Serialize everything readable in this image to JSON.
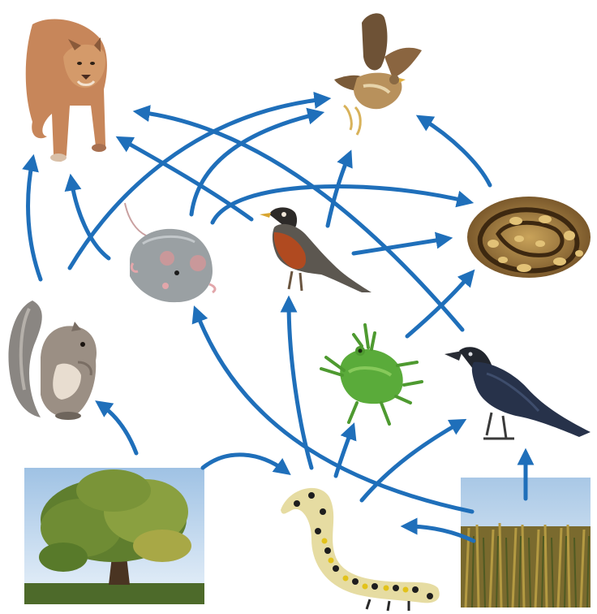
{
  "diagram": {
    "type": "food-web",
    "organisms": [
      {
        "id": "mountain-lion",
        "icon": "mountain-lion-icon"
      },
      {
        "id": "hawk",
        "icon": "hawk-icon"
      },
      {
        "id": "mouse",
        "icon": "mouse-icon"
      },
      {
        "id": "robin",
        "icon": "robin-icon"
      },
      {
        "id": "snake",
        "icon": "snake-icon"
      },
      {
        "id": "squirrel",
        "icon": "squirrel-icon"
      },
      {
        "id": "frog",
        "icon": "frog-icon"
      },
      {
        "id": "crow",
        "icon": "crow-icon"
      },
      {
        "id": "oak-tree",
        "icon": "oak-tree-icon"
      },
      {
        "id": "caterpillar",
        "icon": "caterpillar-icon"
      },
      {
        "id": "corn-field",
        "icon": "corn-field-icon"
      }
    ],
    "energy_flow": [
      {
        "from": "oak-tree",
        "to": "squirrel"
      },
      {
        "from": "oak-tree",
        "to": "caterpillar"
      },
      {
        "from": "corn-field",
        "to": "caterpillar"
      },
      {
        "from": "corn-field",
        "to": "crow"
      },
      {
        "from": "corn-field",
        "to": "mouse"
      },
      {
        "from": "caterpillar",
        "to": "robin"
      },
      {
        "from": "caterpillar",
        "to": "frog"
      },
      {
        "from": "caterpillar",
        "to": "crow"
      },
      {
        "from": "squirrel",
        "to": "mountain-lion"
      },
      {
        "from": "squirrel",
        "to": "hawk"
      },
      {
        "from": "mouse",
        "to": "mountain-lion"
      },
      {
        "from": "mouse",
        "to": "hawk"
      },
      {
        "from": "mouse",
        "to": "snake"
      },
      {
        "from": "robin",
        "to": "mountain-lion"
      },
      {
        "from": "robin",
        "to": "hawk"
      },
      {
        "from": "robin",
        "to": "snake"
      },
      {
        "from": "frog",
        "to": "snake"
      },
      {
        "from": "crow",
        "to": "mountain-lion"
      },
      {
        "from": "snake",
        "to": "hawk"
      }
    ],
    "colors": {
      "arrow": "#1f6fba",
      "background": "#ffffff"
    }
  }
}
